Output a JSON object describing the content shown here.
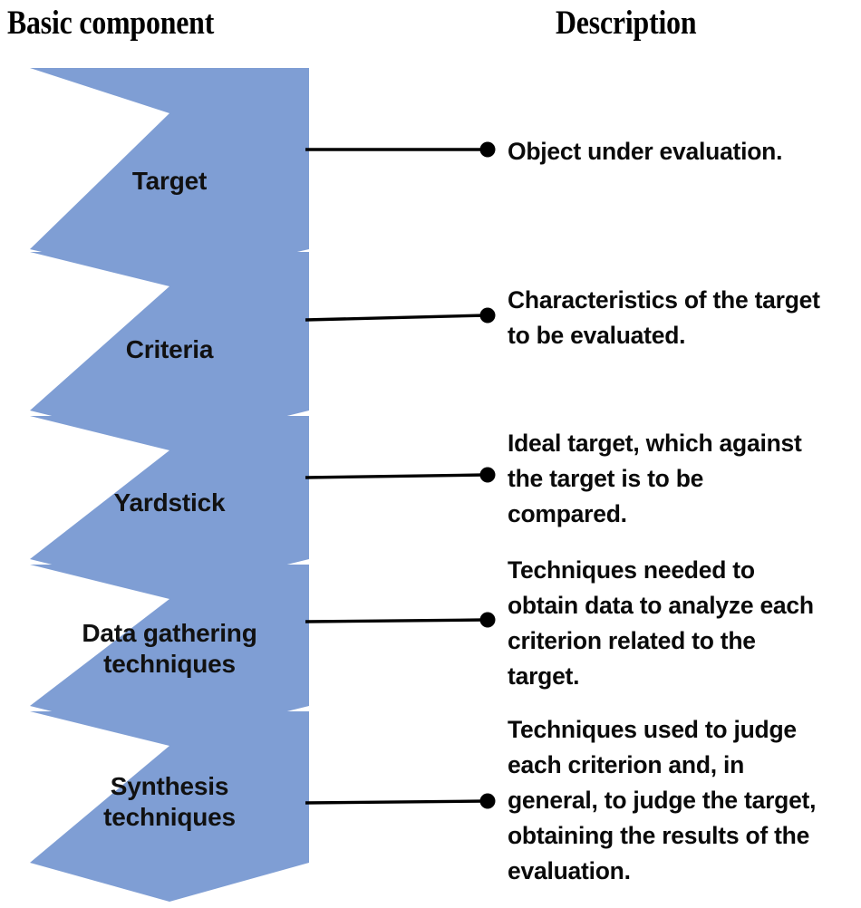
{
  "headers": {
    "left": "Basic component",
    "right": "Description"
  },
  "theme": {
    "chevron_fill": "#7f9ed4",
    "text_color": "#000000",
    "background": "#ffffff",
    "leader_color": "#000000"
  },
  "components": [
    {
      "label_line1": "Target",
      "label_line2": "",
      "description_lines": [
        "Object under evaluation."
      ]
    },
    {
      "label_line1": "Criteria",
      "label_line2": "",
      "description_lines": [
        "Characteristics of the target",
        "to be evaluated."
      ]
    },
    {
      "label_line1": "Yardstick",
      "label_line2": "",
      "description_lines": [
        "Ideal target, which against",
        "the target is to be",
        "compared."
      ]
    },
    {
      "label_line1": "Data gathering",
      "label_line2": "techniques",
      "description_lines": [
        "Techniques needed to",
        "obtain data to analyze each",
        "criterion related to the",
        "target."
      ]
    },
    {
      "label_line1": "Synthesis",
      "label_line2": "techniques",
      "description_lines": [
        "Techniques used to judge",
        "each criterion and, in",
        "general, to judge the target,",
        "obtaining the results of the",
        "evaluation."
      ]
    }
  ]
}
